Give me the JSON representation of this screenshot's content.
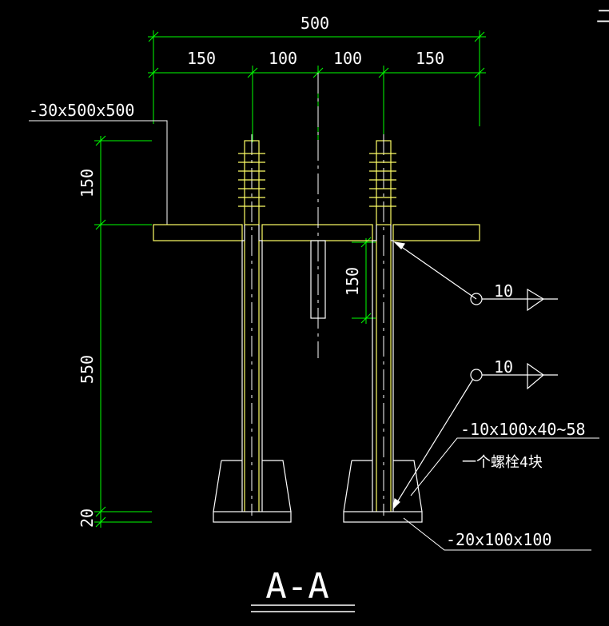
{
  "drawing": {
    "section_title": "A-A",
    "corner_glyph": "二",
    "colors": {
      "background": "#000000",
      "dimension": "#00ff00",
      "part": "#ffff66",
      "line": "#ffffff",
      "centerline": "#ffffff"
    },
    "dimensions": {
      "overall_width": "500",
      "seg_left": "150",
      "seg_mid_left": "100",
      "seg_mid_right": "100",
      "seg_right": "150",
      "bolt_projection": "150",
      "column_height": "550",
      "base_plate": "20",
      "shear_key_depth": "150"
    },
    "labels": {
      "top_plate": "-30x500x500",
      "weld_upper": "10",
      "weld_lower": "10",
      "stiffener_spec": "-10x100x40~58",
      "stiffener_note": "一个螺栓4块",
      "base_plate_spec": "-20x100x100"
    }
  }
}
